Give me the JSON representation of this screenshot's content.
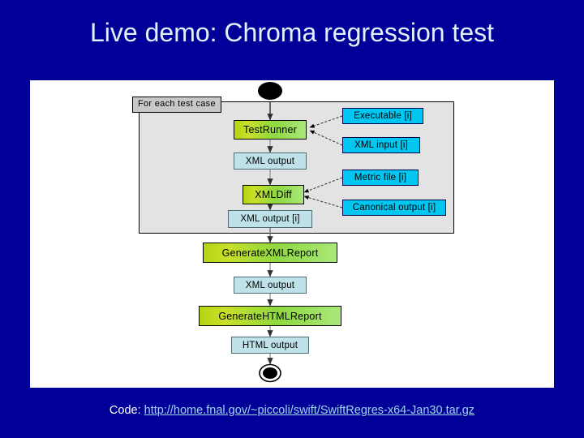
{
  "slide": {
    "title": "Live demo: Chroma regression test",
    "background_color": "#000099",
    "title_color": "#ddf2fb"
  },
  "diagram": {
    "type": "uml-activity-diagram",
    "partition_label": "For each test case",
    "start_node": "filled-circle-start-node",
    "end_node": "bullseye-end-node",
    "activities": [
      {
        "id": "test-runner",
        "label": "TestRunner"
      },
      {
        "id": "xml-diff",
        "label": "XMLDiff"
      },
      {
        "id": "generate-xml-report",
        "label": "GenerateXMLReport"
      },
      {
        "id": "generate-html-report",
        "label": "GenerateHTMLReport"
      }
    ],
    "objects": [
      {
        "id": "xml-output-1",
        "label": "XML output"
      },
      {
        "id": "xml-output-i",
        "label": "XML output [i]"
      },
      {
        "id": "xml-output-2",
        "label": "XML output"
      },
      {
        "id": "html-output",
        "label": "HTML output"
      }
    ],
    "artifacts": [
      {
        "id": "executable-i",
        "label": "Executable [i]"
      },
      {
        "id": "xml-input-i",
        "label": "XML input [i]"
      },
      {
        "id": "metric-file-i",
        "label": "Metric file [i]"
      },
      {
        "id": "canonical-output-i",
        "label": "Canonical output [i]"
      }
    ],
    "colors": {
      "activity_fill": "#b4d411",
      "object_fill": "#bfe2e8",
      "artifact_fill": "#00c6f0",
      "partition_fill": "#e3e3e3",
      "partition_label_fill": "#c8c8c8",
      "panel_fill": "#ffffff"
    }
  },
  "footer": {
    "code_label": "Code:",
    "code_url": "http://home.fnal.gov/~piccoli/swift/SwiftRegres-x64-Jan30.tar.gz"
  }
}
